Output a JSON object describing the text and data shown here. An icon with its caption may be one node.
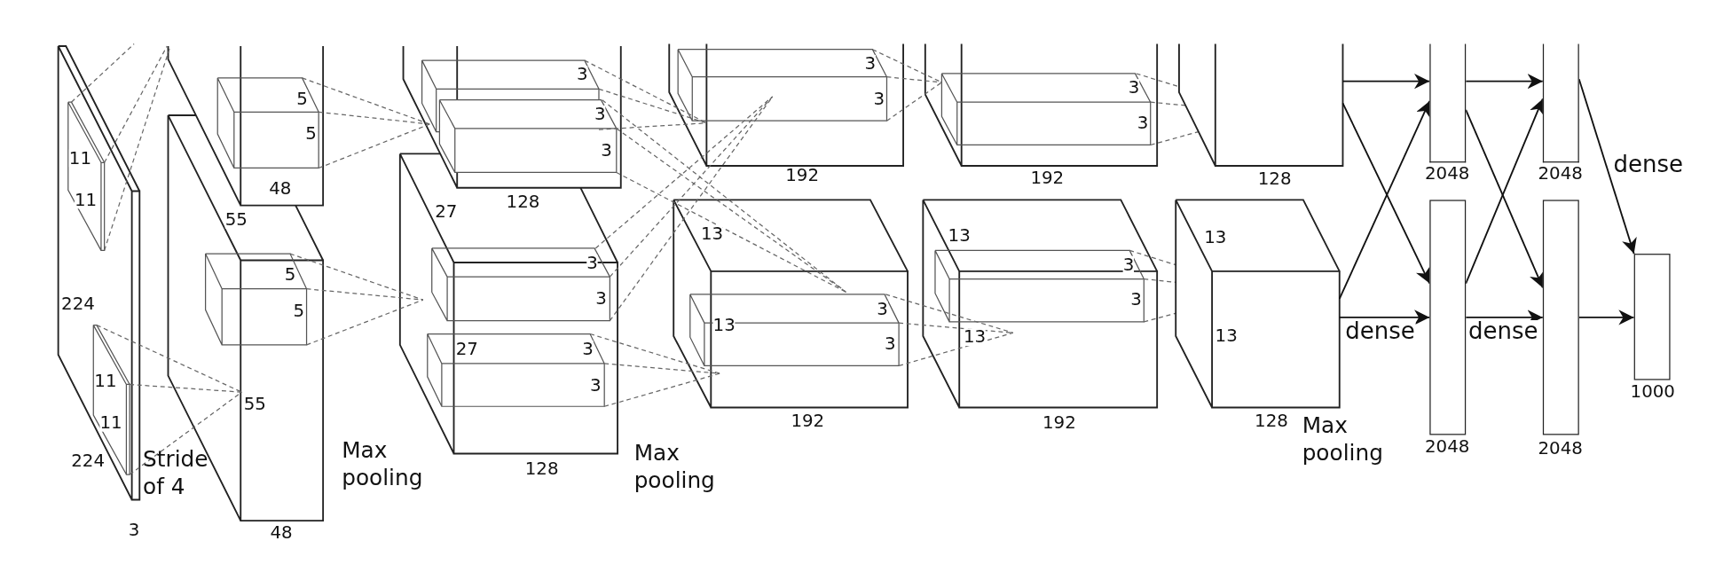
{
  "diagram": {
    "nodes": [
      {
        "text": [],
        "shape": "box",
        "beside": [
          "128"
        ]
      },
      {
        "text": [],
        "shape": "box",
        "beside": [
          "128"
        ]
      },
      {
        "text": [],
        "shape": "bar",
        "beside": [
          "2048"
        ]
      },
      {
        "text": [],
        "shape": "bar",
        "beside": [
          "2048"
        ]
      },
      {
        "text": [],
        "shape": "bar",
        "beside": [
          "2048"
        ]
      },
      {
        "text": [],
        "shape": "bar",
        "beside": [
          "2048"
        ]
      },
      {
        "text": [],
        "shape": "bar",
        "beside": [
          "1000"
        ]
      }
    ],
    "edges": [
      {
        "from": 0,
        "to": 2,
        "arrow": "to"
      },
      {
        "from": 0,
        "to": 3,
        "arrow": "to"
      },
      {
        "from": 1,
        "to": 2,
        "arrow": "to"
      },
      {
        "from": 1,
        "to": 3,
        "arrow": "to",
        "label": "dense"
      },
      {
        "from": 2,
        "to": 4,
        "arrow": "to"
      },
      {
        "from": 2,
        "to": 5,
        "arrow": "to"
      },
      {
        "from": 3,
        "to": 4,
        "arrow": "to"
      },
      {
        "from": 3,
        "to": 5,
        "arrow": "to",
        "label": "dense"
      },
      {
        "from": 4,
        "to": 6,
        "arrow": "to",
        "label": "dense"
      },
      {
        "from": 5,
        "to": 6,
        "arrow": "to"
      }
    ],
    "labels": [
      "11",
      "11",
      "224",
      "11",
      "11",
      "224",
      "Stride of 4",
      "3",
      "5",
      "5",
      "48",
      "55",
      "5",
      "5",
      "55",
      "48",
      "Max pooling",
      "3",
      "3",
      "3",
      "128",
      "27",
      "3",
      "3",
      "27",
      "3",
      "3",
      "128",
      "Max pooling",
      "3",
      "3",
      "192",
      "13",
      "3",
      "13",
      "3",
      "192",
      "3",
      "3",
      "192",
      "13",
      "3",
      "3",
      "13",
      "192",
      "13",
      "13",
      "Max pooling"
    ]
  }
}
